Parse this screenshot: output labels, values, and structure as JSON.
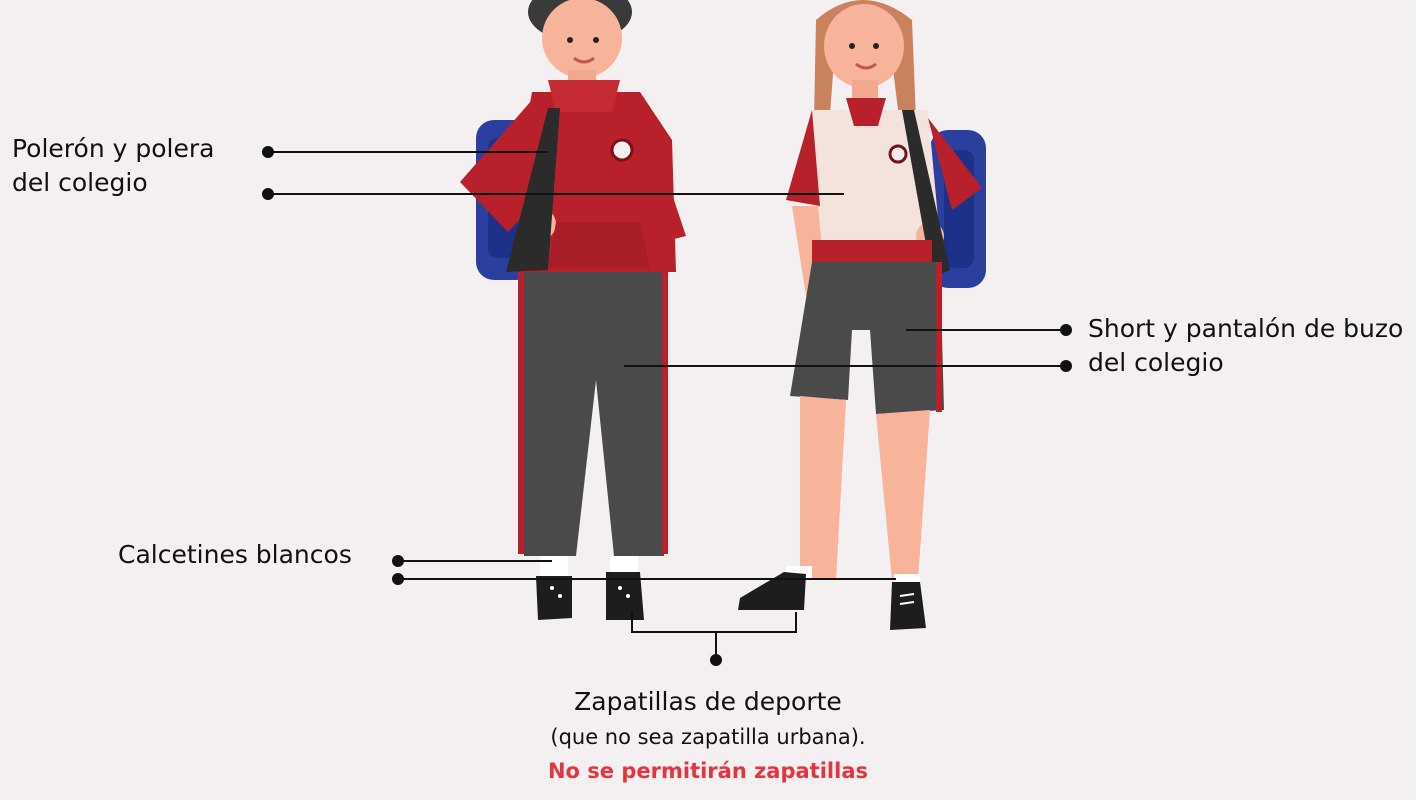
{
  "callouts": {
    "uniform": {
      "line1": "Polerón y polera",
      "line2": "del colegio"
    },
    "short": {
      "line1": "Short y pantalón de buzo",
      "line2": "del colegio"
    },
    "socks": {
      "text": "Calcetines blancos"
    },
    "shoes": {
      "line1": "Zapatillas de deporte",
      "line2": "(que no sea zapatilla urbana).",
      "warning": "No se permitirán zapatillas"
    }
  },
  "colors": {
    "background": "#f4eff1",
    "uniform_red": "#b8212b",
    "pants_gray": "#4a4a4a",
    "backpack_blue": "#2a3f9e",
    "warning_red": "#e2363f"
  }
}
